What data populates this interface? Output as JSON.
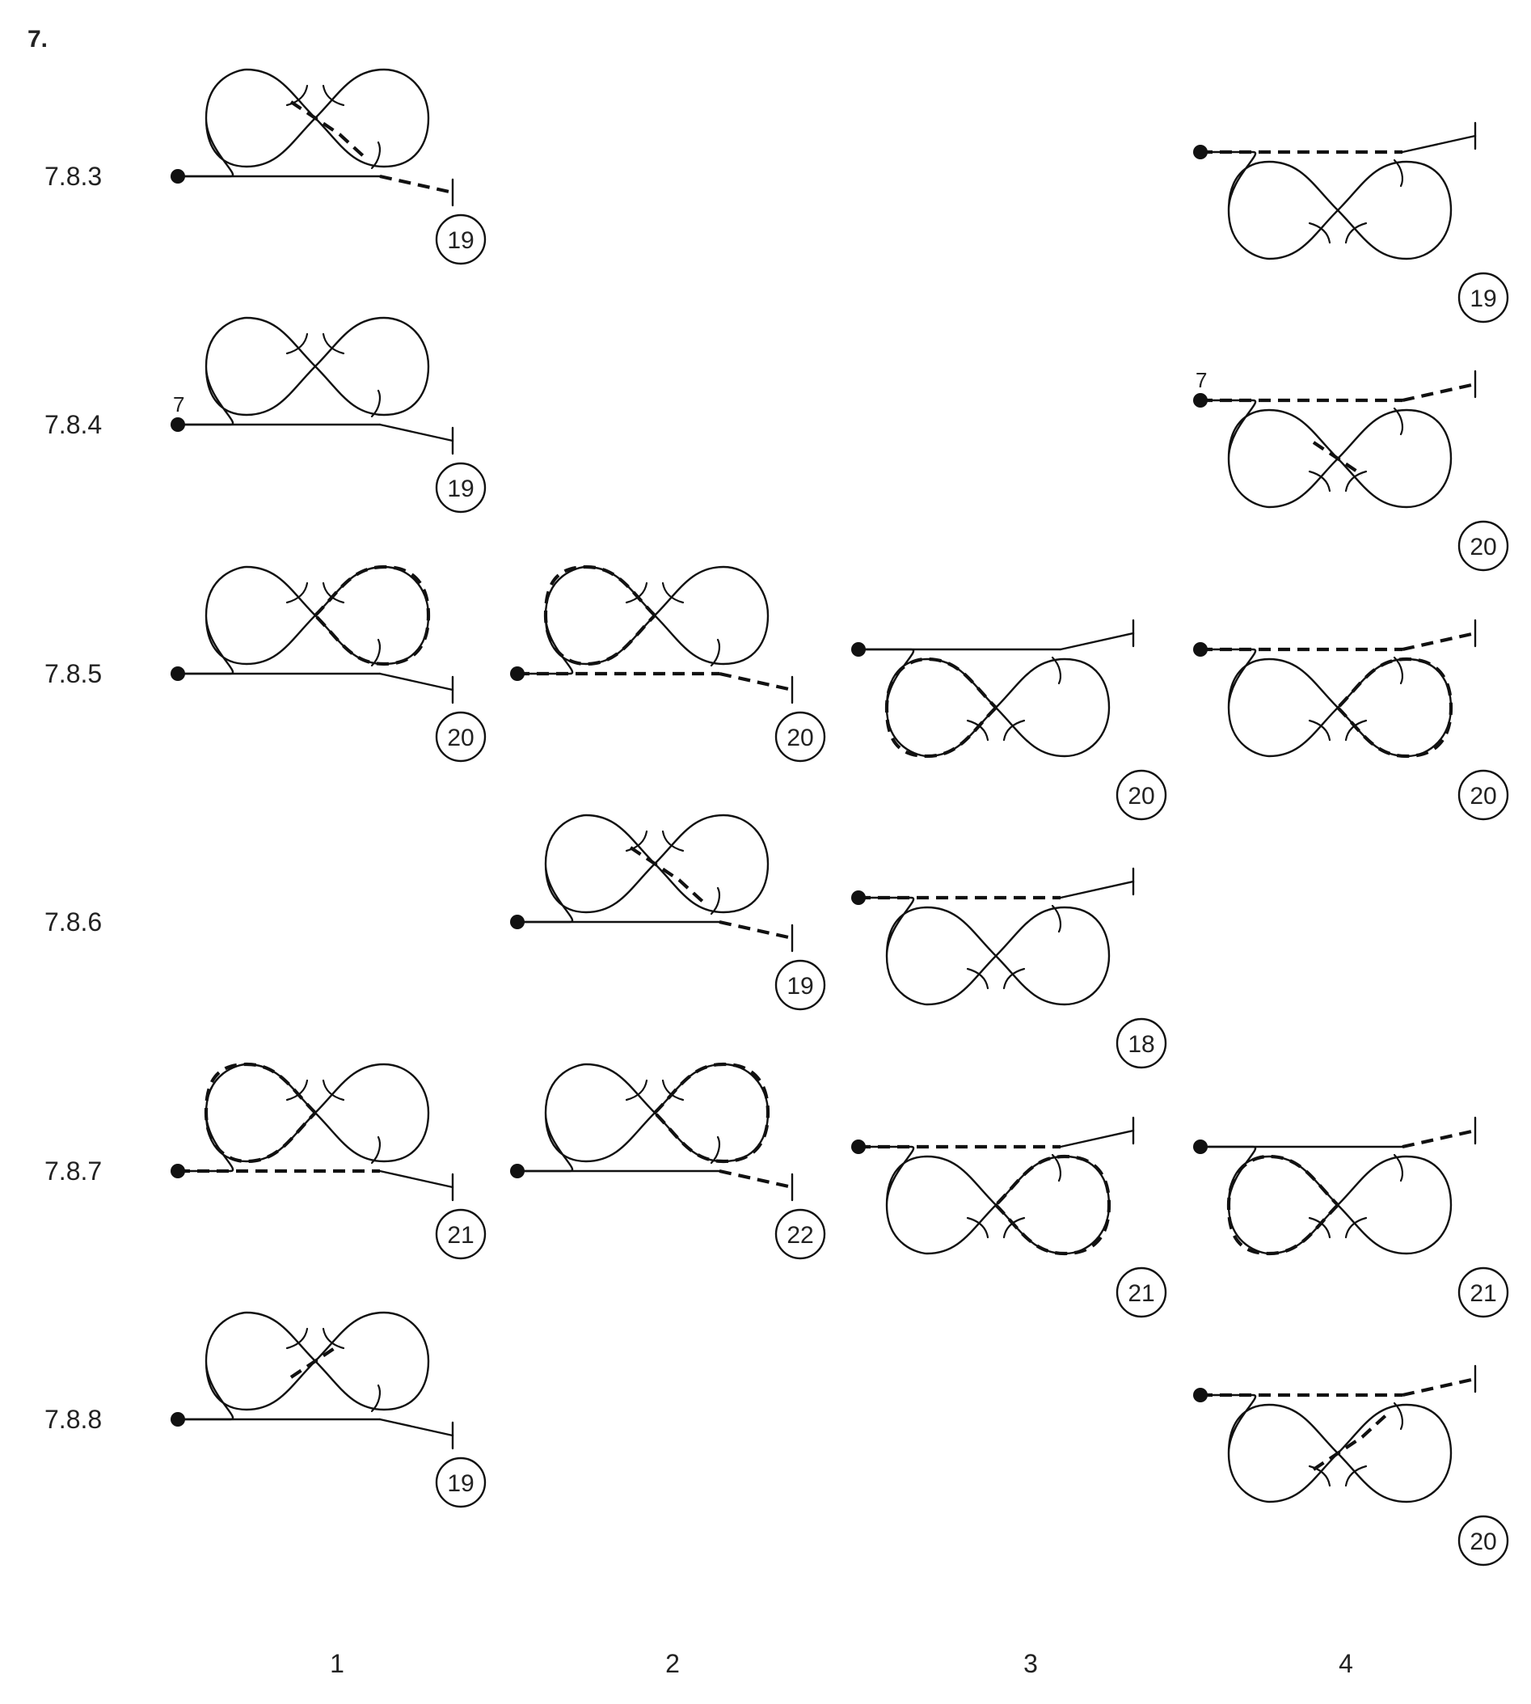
{
  "section_label": "7.",
  "rows": [
    {
      "label": "7.8.3"
    },
    {
      "label": "7.8.4"
    },
    {
      "label": "7.8.5"
    },
    {
      "label": "7.8.6"
    },
    {
      "label": "7.8.7"
    },
    {
      "label": "7.8.8"
    }
  ],
  "columns": [
    {
      "label": "1"
    },
    {
      "label": "2"
    },
    {
      "label": "3"
    },
    {
      "label": "4"
    }
  ],
  "figures": [
    {
      "row": 0,
      "col": 0,
      "orientation": "above",
      "badge": "19",
      "pattern": "right-crossing-dashed",
      "line": "solid",
      "tail": "dashed"
    },
    {
      "row": 0,
      "col": 3,
      "orientation": "below",
      "badge": "19",
      "pattern": "plain",
      "line": "dashed",
      "tail": "solid"
    },
    {
      "row": 1,
      "col": 0,
      "orientation": "above",
      "badge": "19",
      "pattern": "plain",
      "line": "solid",
      "tail": "solid",
      "marker": "7"
    },
    {
      "row": 1,
      "col": 3,
      "orientation": "below",
      "badge": "20",
      "pattern": "left-crossing-dashed",
      "line": "dashed",
      "tail": "dashed",
      "marker": "7"
    },
    {
      "row": 2,
      "col": 0,
      "orientation": "above",
      "badge": "20",
      "pattern": "right-loop-dashed",
      "line": "solid",
      "tail": "solid"
    },
    {
      "row": 2,
      "col": 1,
      "orientation": "above",
      "badge": "20",
      "pattern": "left-loop-dashed",
      "line": "dashed",
      "tail": "dashed"
    },
    {
      "row": 2,
      "col": 2,
      "orientation": "below",
      "badge": "20",
      "pattern": "left-loop-dashed",
      "line": "solid",
      "tail": "solid"
    },
    {
      "row": 2,
      "col": 3,
      "orientation": "below",
      "badge": "20",
      "pattern": "right-loop-dashed",
      "line": "dashed",
      "tail": "dashed"
    },
    {
      "row": 3,
      "col": 1,
      "orientation": "above",
      "badge": "19",
      "pattern": "right-crossing-dashed",
      "line": "solid",
      "tail": "dashed"
    },
    {
      "row": 3,
      "col": 2,
      "orientation": "below",
      "badge": "18",
      "pattern": "plain",
      "line": "dashed",
      "tail": "solid"
    },
    {
      "row": 4,
      "col": 0,
      "orientation": "above",
      "badge": "21",
      "pattern": "left-loop-dashed",
      "line": "dashed",
      "tail": "solid"
    },
    {
      "row": 4,
      "col": 1,
      "orientation": "above",
      "badge": "22",
      "pattern": "right-loop-dashed",
      "line": "solid",
      "tail": "dashed"
    },
    {
      "row": 4,
      "col": 2,
      "orientation": "below",
      "badge": "21",
      "pattern": "right-loop-dashed",
      "line": "dashed",
      "tail": "solid"
    },
    {
      "row": 4,
      "col": 3,
      "orientation": "below",
      "badge": "21",
      "pattern": "left-loop-dashed",
      "line": "solid",
      "tail": "dashed"
    },
    {
      "row": 5,
      "col": 0,
      "orientation": "above",
      "badge": "19",
      "pattern": "left-crossing-dashed",
      "line": "solid",
      "tail": "solid"
    },
    {
      "row": 5,
      "col": 3,
      "orientation": "below",
      "badge": "20",
      "pattern": "right-crossing-dashed",
      "line": "dashed",
      "tail": "dashed"
    }
  ]
}
